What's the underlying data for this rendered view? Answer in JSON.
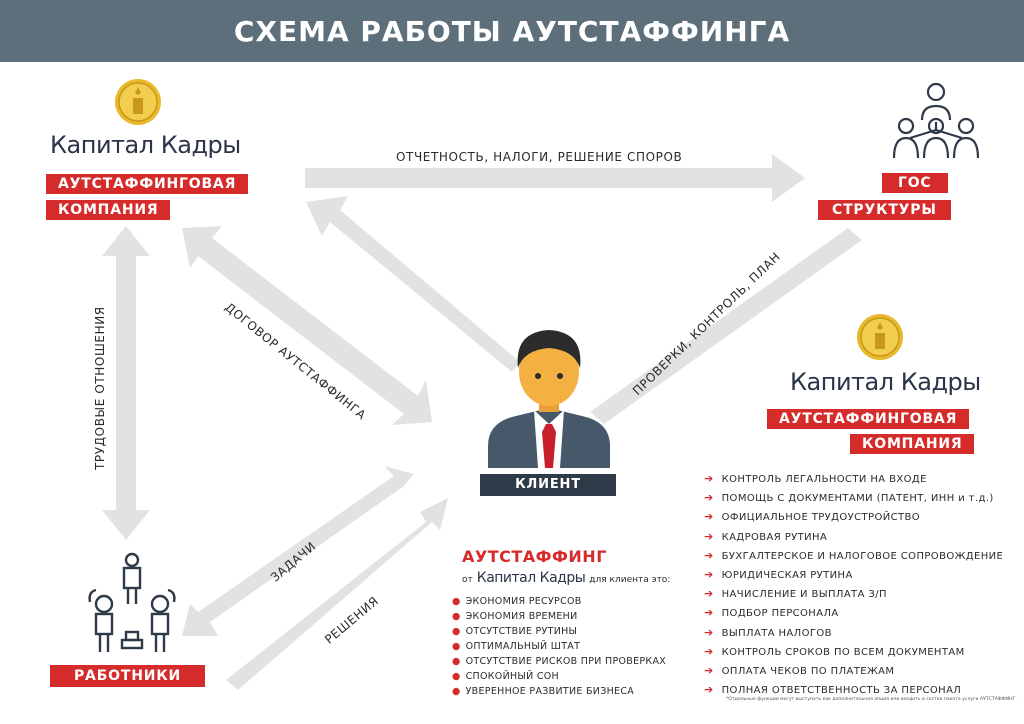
{
  "header": {
    "title": "СХЕМА РАБОТЫ АУТСТАФФИНГА"
  },
  "brand": {
    "name": "Капитал Кадры",
    "tag_line1": "АУТСТАФФИНГОВАЯ",
    "tag_line2": "КОМПАНИЯ"
  },
  "gov": {
    "line1": "ГОС",
    "line2": "СТРУКТУРЫ"
  },
  "client": {
    "label": "КЛИЕНТ"
  },
  "workers": {
    "label": "РАБОТНИКИ"
  },
  "arrows": {
    "reporting": "ОТЧЕТНОСТЬ, НАЛОГИ, РЕШЕНИЕ СПОРОВ",
    "contract": "ДОГОВОР АУТСТАФФИНГА",
    "checks": "ПРОВЕРКИ, КОНТРОЛЬ, ПЛАН",
    "labor": "ТРУДОВЫЕ ОТНОШЕНИЯ",
    "tasks": "ЗАДАЧИ",
    "solutions": "РЕШЕНИЯ"
  },
  "benefits": {
    "title": "АУТСТАФФИНГ",
    "from": "от",
    "brand": "Капитал Кадры",
    "for_client": "для клиента это:",
    "items": [
      "ЭКОНОМИЯ РЕСУРСОВ",
      "ЭКОНОМИЯ ВРЕМЕНИ",
      "ОТСУТСТВИЕ РУТИНЫ",
      "ОПТИМАЛЬНЫЙ ШТАТ",
      "ОТСУТСТВИЕ РИСКОВ ПРИ ПРОВЕРКАХ",
      "СПОКОЙНЫЙ СОН",
      "УВЕРЕННОЕ РАЗВИТИЕ БИЗНЕСА"
    ]
  },
  "agency": {
    "items": [
      "КОНТРОЛЬ ЛЕГАЛЬНОСТИ НА ВХОДЕ",
      "ПОМОЩЬ С ДОКУМЕНТАМИ (ПАТЕНТ, ИНН и т.д.)",
      "ОФИЦИАЛЬНОЕ ТРУДОУСТРОЙСТВО",
      "КАДРОВАЯ РУТИНА",
      "БУХГАЛТЕРСКОЕ И НАЛОГОВОЕ СОПРОВОЖДЕНИЕ",
      "ЮРИДИЧЕСКАЯ РУТИНА",
      "НАЧИСЛЕНИЕ И ВЫПЛАТА З/П",
      "ПОДБОР ПЕРСОНАЛА",
      "ВЫПЛАТА НАЛОГОВ",
      "КОНТРОЛЬ СРОКОВ ПО ВСЕМ ДОКУМЕНТАМ",
      "ОПЛАТА ЧЕКОВ ПО ПЛАТЕЖАМ",
      "ПОЛНАЯ ОТВЕТСТВЕННОСТЬ ЗА ПЕРСОНАЛ"
    ],
    "footnote": "*Отдельные функции могут выступать как дополнительная опция или входить в состав пакета услуги АУТСТАФФИНГ."
  },
  "colors": {
    "accent": "#d52b2b",
    "header": "#5d6f7b",
    "dark": "#2f3a49",
    "arrow": "#e2e2e2",
    "coin": "#e8b92a"
  }
}
